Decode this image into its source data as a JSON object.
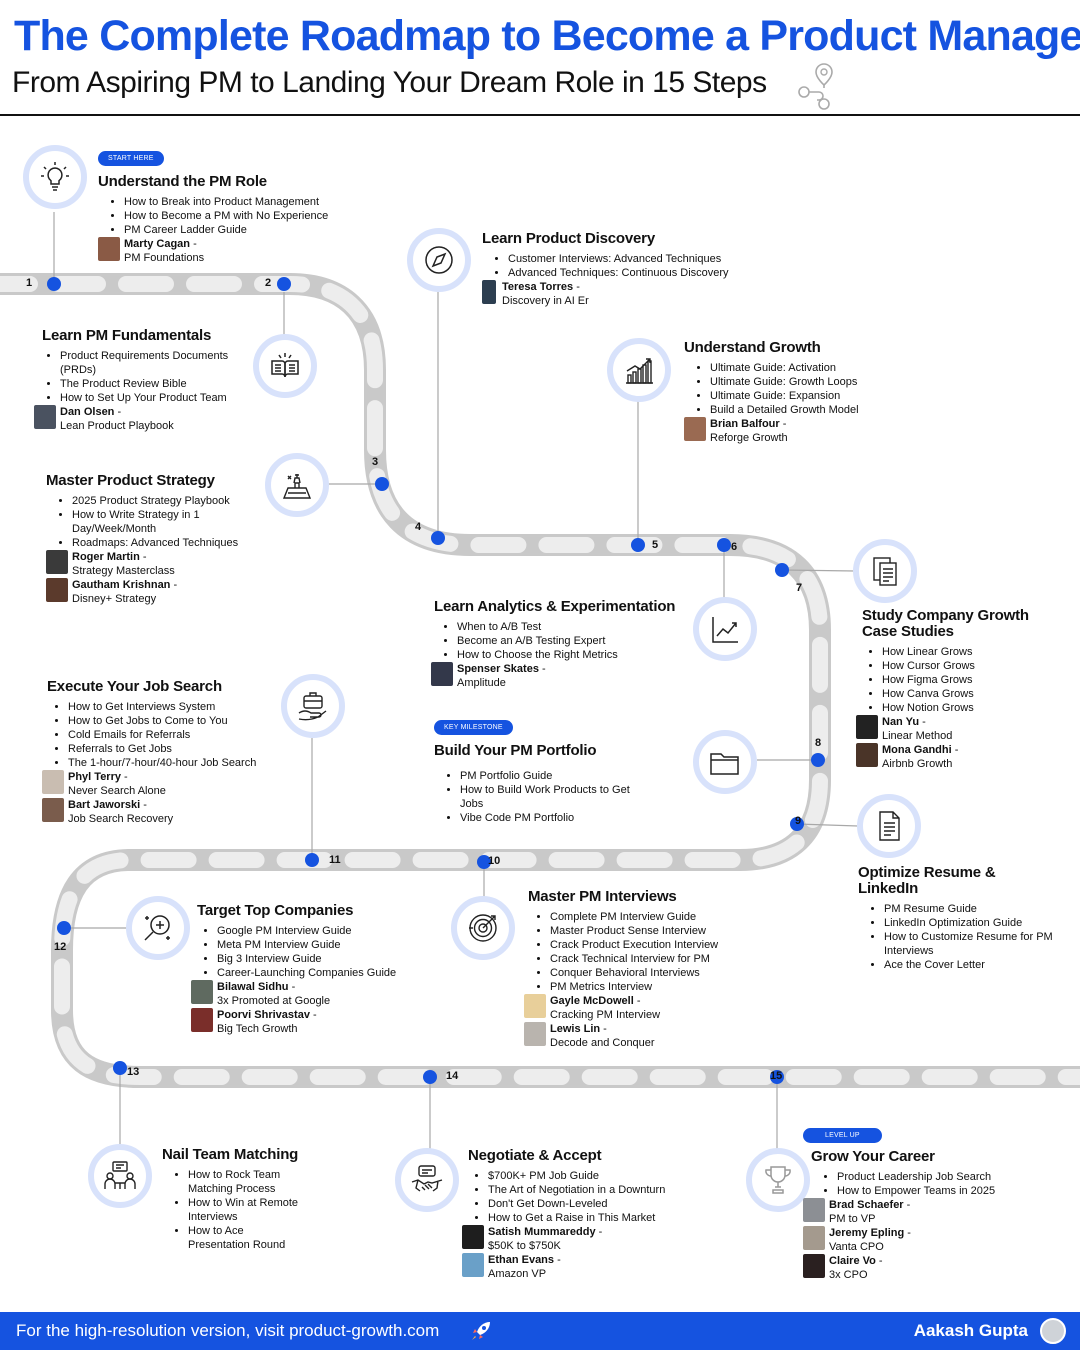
{
  "header": {
    "title": "The Complete Roadmap to Become a Product Manager",
    "subtitle": "From Aspiring PM to Landing Your Dream Role in 15 Steps"
  },
  "footer": {
    "text": "For the high-resolution version, visit product-growth.com",
    "author": "Aakash Gupta"
  },
  "colors": {
    "brand": "#1553e0",
    "road": "#c9c9c9",
    "dash": "#ededed",
    "halo": "#d8e2fb"
  },
  "steps": [
    {
      "num": "1",
      "title": "Understand the PM Role",
      "badge": "START HERE",
      "icon": "lightbulb-icon",
      "items": [
        "How to Break into Product Management",
        "How to Become a PM with No Experience",
        "PM Career Ladder Guide"
      ],
      "experts": [
        {
          "name": "Marty Cagan",
          "desc": "PM Foundations"
        }
      ]
    },
    {
      "num": "2",
      "title": "Learn PM Fundamentals",
      "icon": "book-icon",
      "items": [
        "Product Requirements Documents (PRDs)",
        "The Product Review Bible",
        "How to Set Up Your Product Team"
      ],
      "experts": [
        {
          "name": "Dan Olsen",
          "desc": "Lean Product Playbook"
        }
      ]
    },
    {
      "num": "3",
      "title": "Master Product Strategy",
      "icon": "chess-icon",
      "items": [
        "2025 Product Strategy Playbook",
        "How to Write Strategy in 1 Day/Week/Month",
        "Roadmaps: Advanced Techniques"
      ],
      "experts": [
        {
          "name": "Roger Martin",
          "desc": "Strategy Masterclass"
        },
        {
          "name": "Gautham Krishnan",
          "desc": "Disney+ Strategy"
        }
      ]
    },
    {
      "num": "4",
      "title": "Learn Product Discovery",
      "icon": "compass-icon",
      "items": [
        "Customer Interviews: Advanced Techniques",
        "Advanced Techniques: Continuous Discovery"
      ],
      "experts": [
        {
          "name": "Teresa Torres",
          "desc": "Discovery in AI Er"
        }
      ]
    },
    {
      "num": "5",
      "title": "Understand Growth",
      "icon": "growth-chart-icon",
      "items": [
        "Ultimate Guide: Activation",
        "Ultimate Guide: Growth Loops",
        "Ultimate Guide: Expansion",
        "Build a Detailed Growth Model"
      ],
      "experts": [
        {
          "name": "Brian Balfour",
          "desc": "Reforge Growth"
        }
      ]
    },
    {
      "num": "6",
      "title": "Learn Analytics & Experimentation",
      "icon": "line-chart-icon",
      "items": [
        "When to A/B Test",
        "Become an A/B Testing Expert",
        "How to Choose the Right Metrics"
      ],
      "experts": [
        {
          "name": "Spenser Skates",
          "desc": "Amplitude"
        }
      ]
    },
    {
      "num": "7",
      "title": "Study Company Growth Case Studies",
      "icon": "document-stack-icon",
      "items": [
        "How Linear Grows",
        "How Cursor Grows",
        "How Figma Grows",
        "How Canva Grows",
        "How Notion Grows"
      ],
      "experts": [
        {
          "name": "Nan Yu",
          "desc": "Linear Method"
        },
        {
          "name": "Mona Gandhi",
          "desc": "Airbnb Growth"
        }
      ]
    },
    {
      "num": "8",
      "title": "Build Your PM Portfolio",
      "badge": "KEY MILESTONE",
      "icon": "folder-icon",
      "items": [
        "PM Portfolio Guide",
        "How to Build Work Products to Get Jobs",
        "Vibe Code PM Portfolio"
      ],
      "experts": []
    },
    {
      "num": "9",
      "title": "Optimize Resume & LinkedIn",
      "icon": "resume-icon",
      "items": [
        "PM Resume Guide",
        "LinkedIn Optimization Guide",
        "How to Customize Resume for PM Interviews",
        "Ace the Cover Letter"
      ],
      "experts": []
    },
    {
      "num": "10",
      "title": "Master PM Interviews",
      "icon": "target-icon",
      "items": [
        "Complete PM Interview Guide",
        "Master Product Sense Interview",
        "Crack Product Execution Interview",
        "Crack Technical Interview for PM",
        "Conquer Behavioral Interviews",
        "PM Metrics Interview"
      ],
      "experts": [
        {
          "name": "Gayle McDowell",
          "desc": "Cracking PM Interview"
        },
        {
          "name": "Lewis Lin",
          "desc": "Decode and Conquer"
        }
      ]
    },
    {
      "num": "11",
      "title": "Execute Your Job Search",
      "icon": "briefcase-icon",
      "items": [
        "How to Get Interviews System",
        "How to Get Jobs to Come to You",
        "Cold Emails for Referrals",
        "Referrals to Get Jobs",
        "The 1-hour/7-hour/40-hour Job Search"
      ],
      "experts": [
        {
          "name": "Phyl Terry",
          "desc": "Never Search Alone"
        },
        {
          "name": "Bart Jaworski",
          "desc": "Job Search Recovery"
        }
      ]
    },
    {
      "num": "12",
      "title": "Target Top Companies",
      "icon": "search-sparkle-icon",
      "items": [
        "Google PM Interview Guide",
        "Meta PM Interview Guide",
        "Big 3 Interview Guide",
        "Career-Launching Companies Guide"
      ],
      "experts": [
        {
          "name": "Bilawal Sidhu",
          "desc": "3x Promoted at Google"
        },
        {
          "name": "Poorvi Shrivastav",
          "desc": "Big Tech Growth"
        }
      ]
    },
    {
      "num": "13",
      "title": "Nail Team Matching",
      "icon": "team-meeting-icon",
      "items": [
        "How to Rock Team Matching Process",
        "How to Win at Remote Interviews",
        "How to Ace Presentation Round"
      ],
      "experts": []
    },
    {
      "num": "14",
      "title": "Negotiate & Accept",
      "icon": "handshake-icon",
      "items": [
        "$700K+ PM Job Guide",
        "The Art of Negotiation in a Downturn",
        "Don't Get Down-Leveled",
        "How to Get a Raise in This Market"
      ],
      "experts": [
        {
          "name": "Satish Mummareddy",
          "desc": "$50K to $750K"
        },
        {
          "name": "Ethan Evans",
          "desc": "Amazon VP"
        }
      ]
    },
    {
      "num": "15",
      "title": "Grow Your Career",
      "badge": "LEVEL UP",
      "icon": "trophy-icon",
      "items": [
        "Product Leadership Job Search",
        "How to Empower Teams in 2025"
      ],
      "experts": [
        {
          "name": "Brad Schaefer",
          "desc": "PM to VP"
        },
        {
          "name": "Jeremy Epling",
          "desc": "Vanta CPO"
        },
        {
          "name": "Claire Vo",
          "desc": "3x CPO"
        }
      ]
    }
  ]
}
